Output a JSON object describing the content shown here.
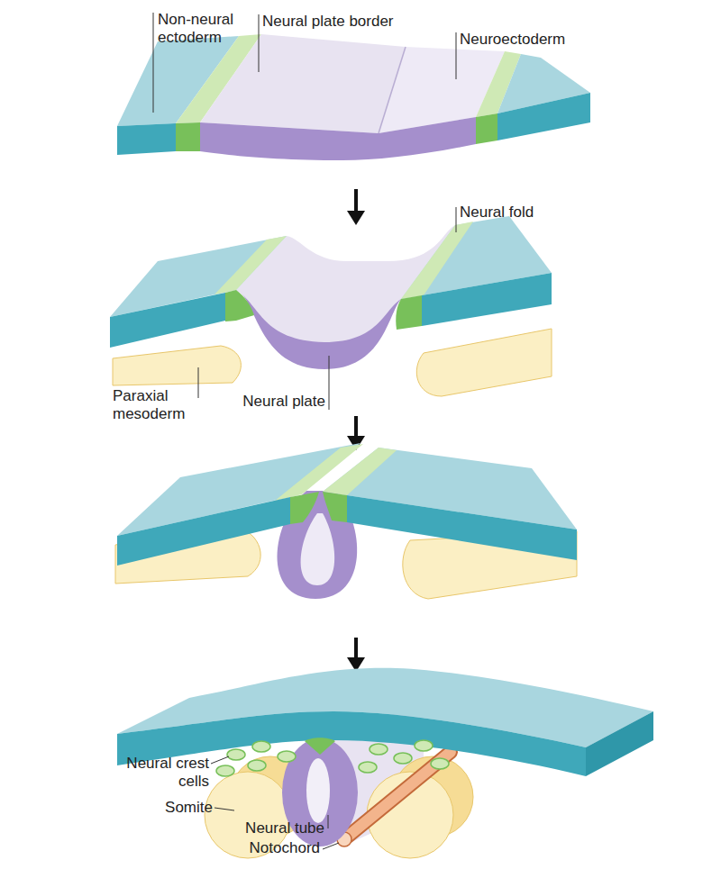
{
  "diagram": {
    "labels": [
      "Non-neural ectoderm",
      "Neural plate border",
      "Neuroectoderm",
      "Neural fold",
      "Paraxial mesoderm",
      "Neural plate",
      "Neural crest cells",
      "Somite",
      "Neural tube",
      "Notochord"
    ]
  }
}
